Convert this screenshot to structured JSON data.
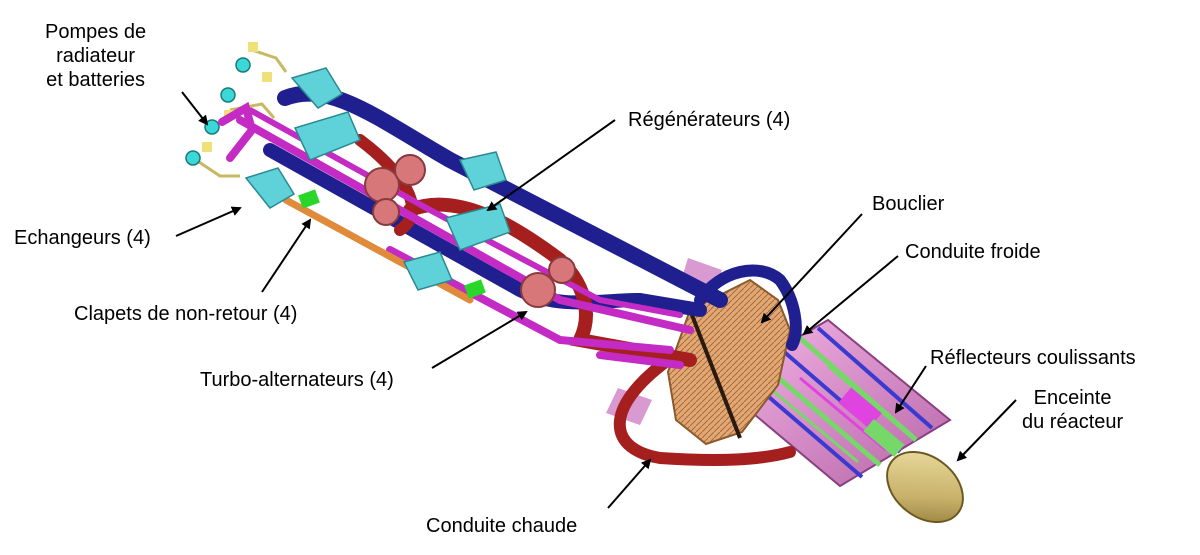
{
  "labels": {
    "pumps": [
      "Pompes de",
      "radiateur",
      "et batteries"
    ],
    "regenerators": "Régénérateurs (4)",
    "exchangers": "Echangeurs (4)",
    "check_valves": "Clapets de non-retour (4)",
    "turbo_alternators": "Turbo-alternateurs (4)",
    "shield": "Bouclier",
    "cold_duct": "Conduite froide",
    "sliding_reflectors": "Réflecteurs coulissants",
    "reactor_vessel": [
      "Enceinte",
      "du réacteur"
    ],
    "hot_duct": "Conduite chaude"
  },
  "colors": {
    "cold_pipe": "#1f1f8f",
    "hot_pipe": "#a51f1f",
    "magenta_pipe": "#c42ac4",
    "cyan_block": "#5fd2d9",
    "regenerator": "#d7777a",
    "shield": "#d59a6a",
    "vessel": "#c9b26a",
    "reflector_green": "#77d86a"
  }
}
